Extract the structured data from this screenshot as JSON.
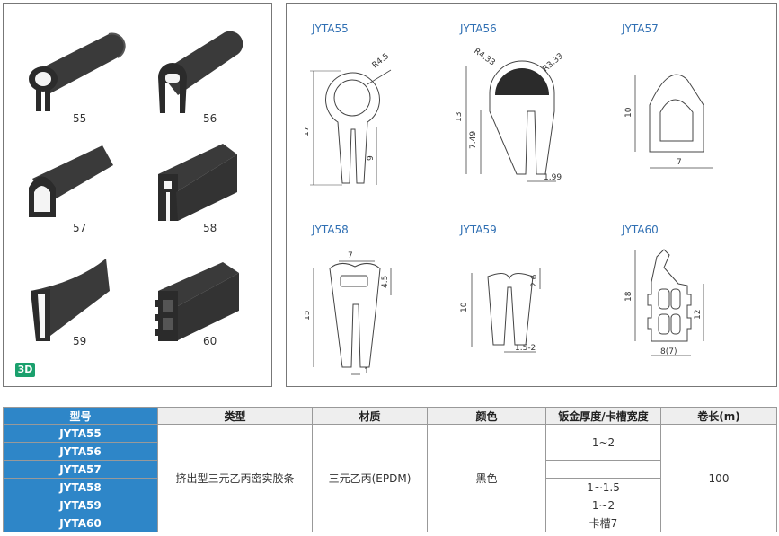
{
  "parts_3d": [
    {
      "label": "55"
    },
    {
      "label": "56"
    },
    {
      "label": "57"
    },
    {
      "label": "58"
    },
    {
      "label": "59"
    },
    {
      "label": "60"
    }
  ],
  "badge_3d": "3D",
  "drawings": {
    "jyta55": {
      "title": "JYTA55",
      "dims": {
        "r": "R4.5",
        "h": "17",
        "inner": "9"
      }
    },
    "jyta56": {
      "title": "JYTA56",
      "dims": {
        "r1": "R4.33",
        "r2": "R3.33",
        "h": "13",
        "inner": "7.49",
        "gap": "1.99"
      }
    },
    "jyta57": {
      "title": "JYTA57",
      "dims": {
        "h": "10",
        "w": "7"
      }
    },
    "jyta58": {
      "title": "JYTA58",
      "dims": {
        "w": "7",
        "top": "4.5",
        "h": "15",
        "gap": "1"
      }
    },
    "jyta59": {
      "title": "JYTA59",
      "dims": {
        "top": "2.6",
        "h": "10",
        "gap": "1.5-2"
      }
    },
    "jyta60": {
      "title": "JYTA60",
      "dims": {
        "h": "18",
        "inner": "12",
        "w": "8(7)"
      }
    }
  },
  "table": {
    "headers": [
      "型号",
      "类型",
      "材质",
      "颜色",
      "钣金厚度/卡槽宽度",
      "卷长(m)"
    ],
    "models": [
      "JYTA55",
      "JYTA56",
      "JYTA57",
      "JYTA58",
      "JYTA59",
      "JYTA60"
    ],
    "type": "挤出型三元乙丙密实胶条",
    "material": "三元乙丙(EPDM)",
    "color": "黑色",
    "thickness": [
      "1~2",
      "-",
      "1~1.5",
      "1~2",
      "卡槽7"
    ],
    "roll_length": "100"
  },
  "colors": {
    "accent": "#2e86c8",
    "drawing_title": "#2f6fb3",
    "badge": "#1aa06d",
    "profile": "#2b2b2b"
  }
}
